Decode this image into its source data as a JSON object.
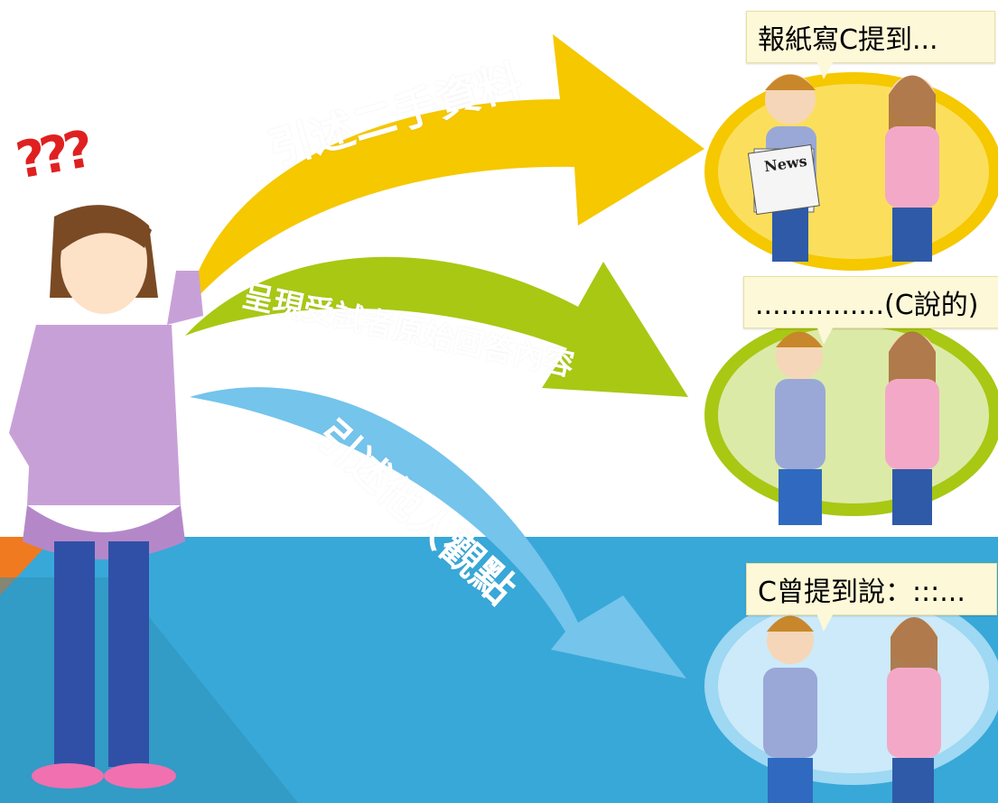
{
  "arrows": {
    "top_label": "引述二手資料",
    "middle_label": "呈現受試者原始回答內容",
    "bottom_label": "引述他人觀點"
  },
  "bubbles": {
    "top": "報紙寫C提到...",
    "middle": "...............(C說的)",
    "bottom": "C曾提到說：:::..."
  },
  "newspaper_text": "News",
  "question_marks": "???",
  "colors": {
    "arrow_top": "#f5c800",
    "arrow_middle": "#a8c814",
    "arrow_bottom": "#74c4ec",
    "bg_blue": "#38a8d8",
    "accent_orange": "#f07a20",
    "question_red": "#e02020"
  }
}
